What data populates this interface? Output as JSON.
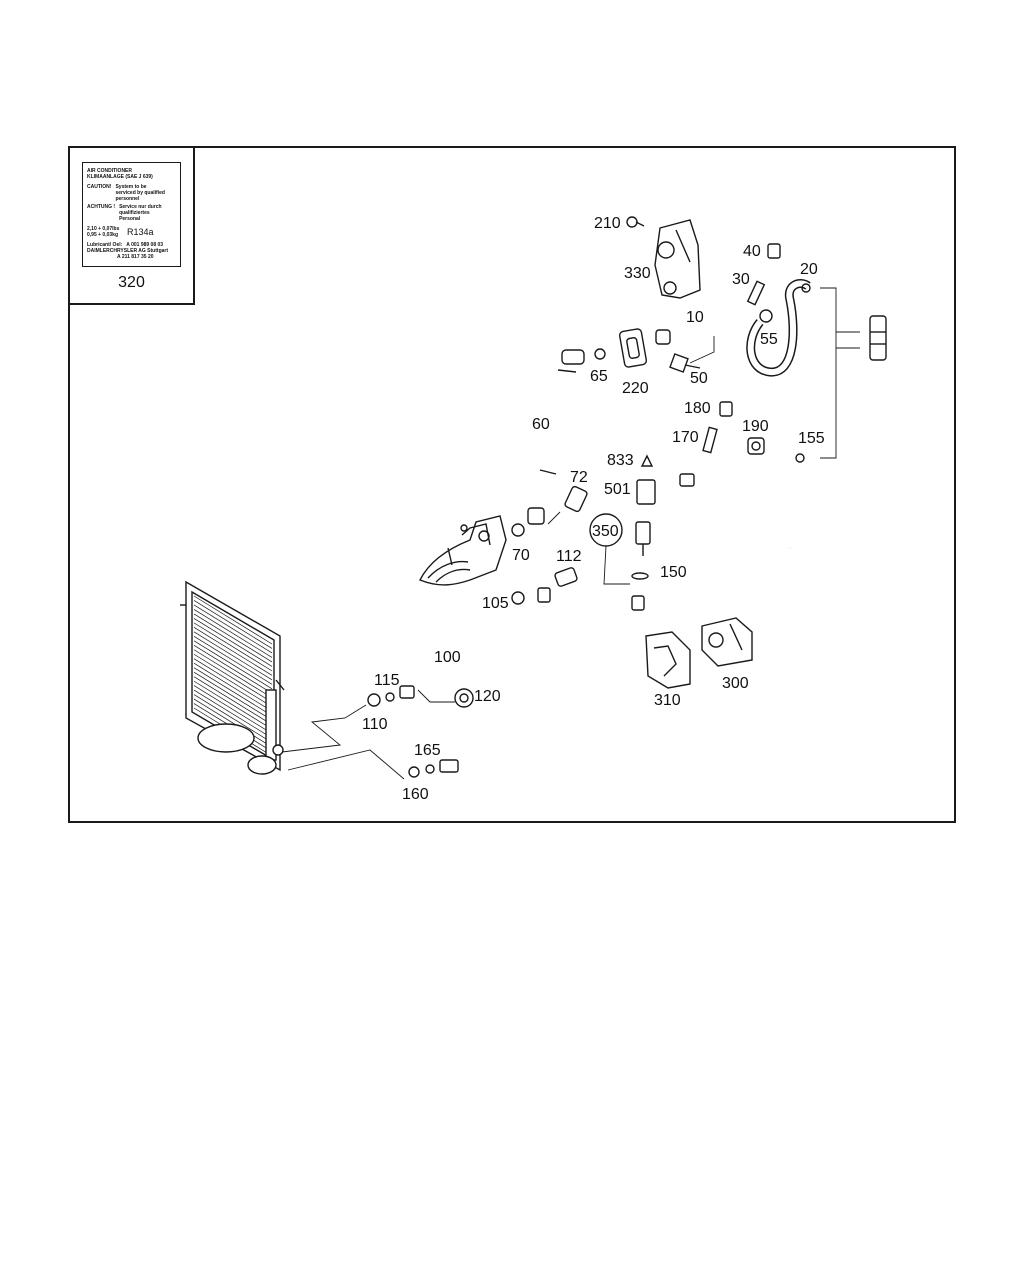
{
  "label_plate": {
    "line1": "AIR CONDITIONER",
    "line2": "KLIMAANLAGE (SAE J 639)",
    "caution_key": "CAUTION!",
    "caution_text": "System to be serviced by qualified personnel",
    "achtung_key": "ACHTUNG !",
    "achtung_text": "Service nur durch qualifiziertes Personal",
    "charge": "2,10 + 0,07lbs 0,95 + 0,03kg",
    "refrigerant": "R134a",
    "lubricant_key": "Lubricant/ Oel:",
    "lubricant_value": "A 001 989 08 03",
    "maker": "DAIMLERCHRYSLER AG Stuttgart",
    "part_no": "A 211 817 35 20",
    "callout": "320"
  },
  "callouts": {
    "c10": "10",
    "c20": "20",
    "c30": "30",
    "c40": "40",
    "c50": "50",
    "c55": "55",
    "c60": "60",
    "c65": "65",
    "c70": "70",
    "c72": "72",
    "c100": "100",
    "c105": "105",
    "c110": "110",
    "c112": "112",
    "c115": "115",
    "c120": "120",
    "c150": "150",
    "c155": "155",
    "c160": "160",
    "c165": "165",
    "c170": "170",
    "c180": "180",
    "c190": "190",
    "c210": "210",
    "c220": "220",
    "c300": "300",
    "c310": "310",
    "c330": "330",
    "c350": "350",
    "c501": "501",
    "c833": "833"
  }
}
